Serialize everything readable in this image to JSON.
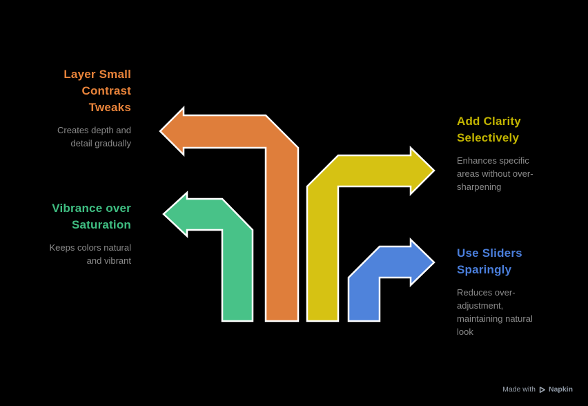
{
  "canvas_background": "#000000",
  "items": [
    {
      "id": "layer-contrast",
      "title": "Layer Small Contrast Tweaks",
      "description": "Creates depth and detail gradually",
      "arrow_color": "#DF7E3B",
      "title_color": "#E8833A"
    },
    {
      "id": "add-clarity",
      "title": "Add Clarity Selectively",
      "description": "Enhances specific areas without over-sharpening",
      "arrow_color": "#D6C213",
      "title_color": "#C2B400"
    },
    {
      "id": "vibrance",
      "title": "Vibrance over Saturation",
      "description": "Keeps colors natural and vibrant",
      "arrow_color": "#48C288",
      "title_color": "#3FBE82"
    },
    {
      "id": "use-sliders",
      "title": "Use Sliders Sparingly",
      "description": "Reduces over-adjustment, maintaining natural look",
      "arrow_color": "#4F83DB",
      "title_color": "#4A7EDB"
    }
  ],
  "text_colors": {
    "description": "#8A8A8A",
    "watermark": "#9AA3AE",
    "watermark_brand": "#8D97A3"
  },
  "arrow_outline": "#FFFFFF",
  "watermark": {
    "made_with": "Made with",
    "brand": "Napkin",
    "logo_icon": "play-arrow"
  }
}
